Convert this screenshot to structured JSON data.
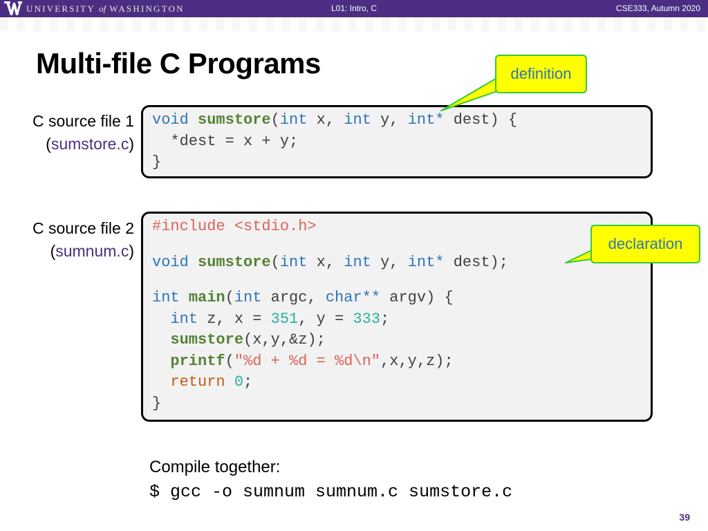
{
  "header": {
    "university": "UNIVERSITY of WASHINGTON",
    "university_parts": {
      "pre": "UNIVERSITY ",
      "of": "of",
      "post": " WASHINGTON"
    },
    "lecture": "L01:  Intro, C",
    "course": "CSE333, Autumn 2020"
  },
  "slide": {
    "title": "Multi-file C Programs",
    "page_number": "39"
  },
  "file1": {
    "label_line1": "C source file 1",
    "filename": "sumstore.c",
    "code": [
      [
        [
          "kw",
          "void "
        ],
        [
          "fnb",
          "sumstore"
        ],
        [
          "",
          "("
        ],
        [
          "kw",
          "int"
        ],
        [
          "",
          " x, "
        ],
        [
          "kw",
          "int"
        ],
        [
          "",
          " y, "
        ],
        [
          "kw",
          "int*"
        ],
        [
          "",
          " dest) {"
        ]
      ],
      [
        [
          "",
          "  *dest = x + y;"
        ]
      ],
      [
        [
          "",
          "}"
        ]
      ]
    ]
  },
  "file2": {
    "label_line1": "C source file 2",
    "filename": "sumnum.c",
    "code_include": [
      [
        [
          "pp",
          "#include <stdio.h>"
        ]
      ]
    ],
    "code_decl": [
      [
        [
          "kw",
          "void "
        ],
        [
          "fnb",
          "sumstore"
        ],
        [
          "",
          "("
        ],
        [
          "kw",
          "int"
        ],
        [
          "",
          " x, "
        ],
        [
          "kw",
          "int"
        ],
        [
          "",
          " y, "
        ],
        [
          "kw",
          "int*"
        ],
        [
          "",
          " dest);"
        ]
      ]
    ],
    "code_main": [
      [
        [
          "kw",
          "int "
        ],
        [
          "fnb",
          "main"
        ],
        [
          "",
          "("
        ],
        [
          "kw",
          "int"
        ],
        [
          "",
          " argc, "
        ],
        [
          "kw",
          "char**"
        ],
        [
          "",
          " argv) {"
        ]
      ],
      [
        [
          "",
          "  "
        ],
        [
          "kw",
          "int"
        ],
        [
          "",
          " z, x = "
        ],
        [
          "num",
          "351"
        ],
        [
          "",
          ", y = "
        ],
        [
          "num",
          "333"
        ],
        [
          "",
          ";"
        ]
      ],
      [
        [
          "",
          "  "
        ],
        [
          "fnb",
          "sumstore"
        ],
        [
          "",
          "(x,y,&z);"
        ]
      ],
      [
        [
          "",
          "  "
        ],
        [
          "fnb",
          "printf"
        ],
        [
          "",
          "("
        ],
        [
          "str",
          "\"%d + %d = %d\\n\""
        ],
        [
          "",
          ",x,y,z);"
        ]
      ],
      [
        [
          "",
          "  "
        ],
        [
          "ret",
          "return "
        ],
        [
          "num",
          "0"
        ],
        [
          "",
          ";"
        ]
      ],
      [
        [
          "",
          "}"
        ]
      ]
    ]
  },
  "callouts": {
    "definition": "definition",
    "declaration": "declaration"
  },
  "compile": {
    "label": "Compile together:",
    "command": "$ gcc -o sumnum sumnum.c sumstore.c"
  },
  "colors": {
    "header_purple": "#4b2e83",
    "keyword_blue": "#2e75b6",
    "function_green": "#548235",
    "preprocessor_red": "#d9645a",
    "number_teal": "#27b2a0",
    "callout_yellow": "#ffff00",
    "callout_border": "#33cc33"
  }
}
